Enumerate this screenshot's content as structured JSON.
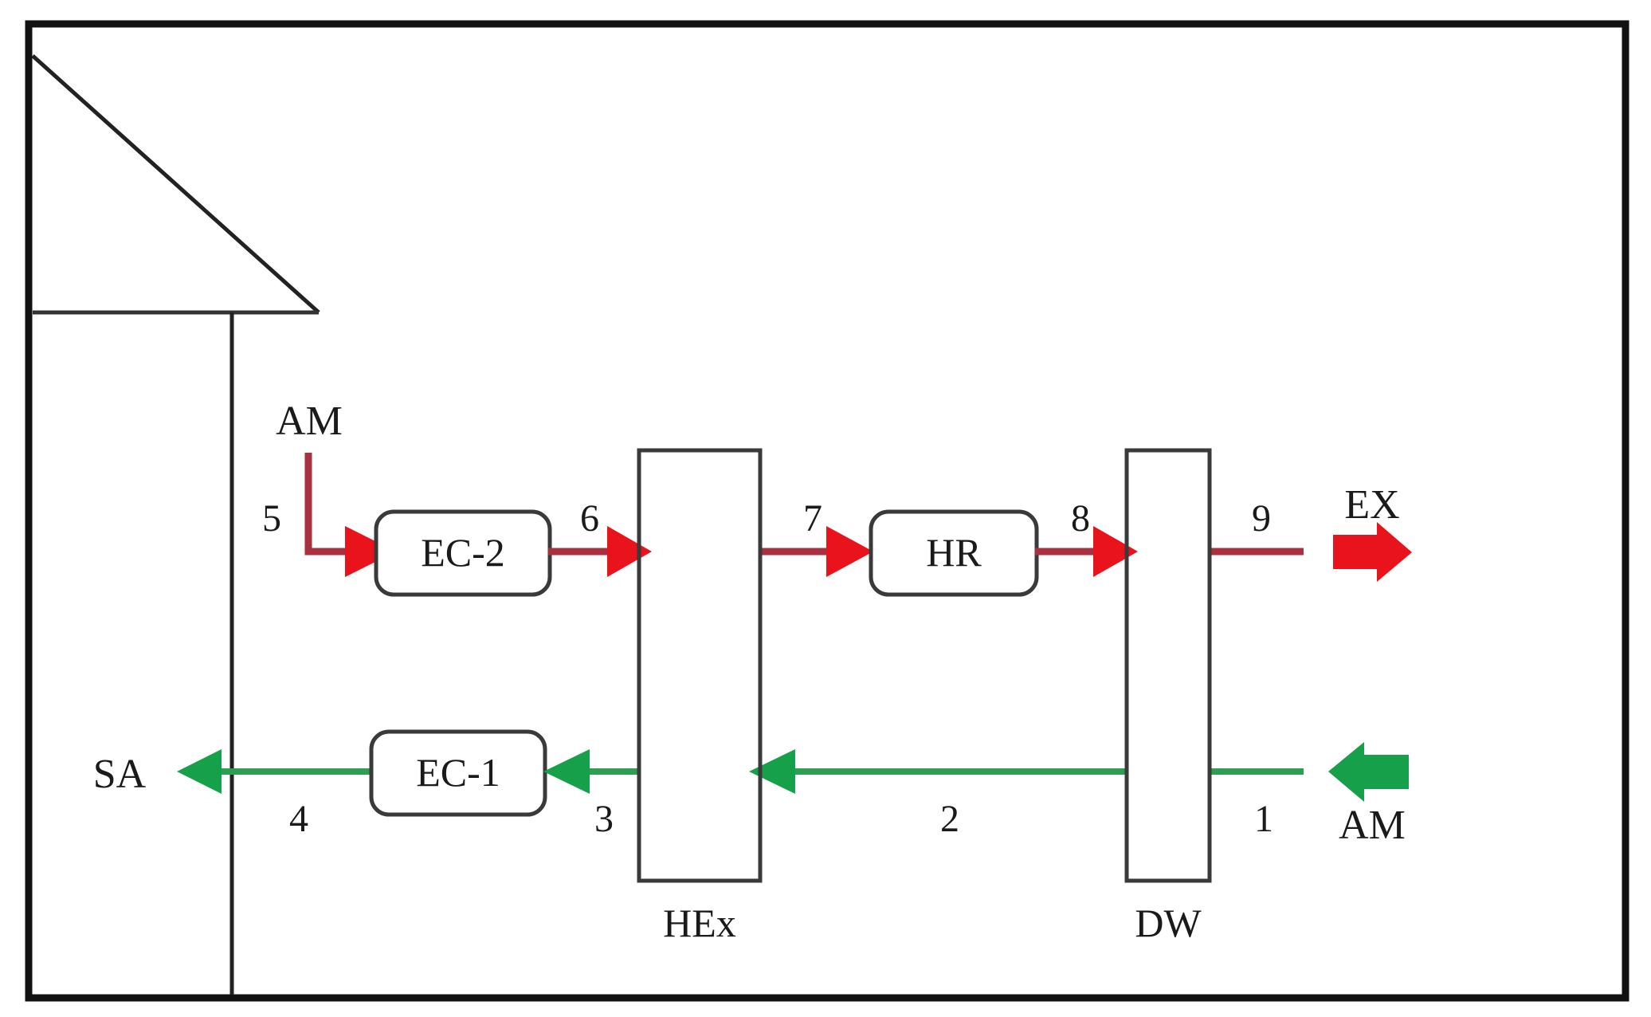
{
  "diagram": {
    "title_terminals": {
      "supply_air": "SA",
      "ambient_top": "AM",
      "ambient_bottom": "AM",
      "exhaust": "EX"
    },
    "components": [
      {
        "id": "ec2",
        "label": "EC-2",
        "shape": "rounded-rect"
      },
      {
        "id": "ec1",
        "label": "EC-1",
        "shape": "rounded-rect"
      },
      {
        "id": "hr",
        "label": "HR",
        "shape": "rounded-rect"
      },
      {
        "id": "hex",
        "label": "HEx",
        "shape": "column"
      },
      {
        "id": "dw",
        "label": "DW",
        "shape": "column"
      }
    ],
    "state_points": [
      {
        "n": "1",
        "stream": "process-air",
        "color": "green"
      },
      {
        "n": "2",
        "stream": "process-air",
        "color": "green"
      },
      {
        "n": "3",
        "stream": "process-air",
        "color": "green"
      },
      {
        "n": "4",
        "stream": "process-air",
        "color": "green"
      },
      {
        "n": "5",
        "stream": "regeneration-air",
        "color": "red"
      },
      {
        "n": "6",
        "stream": "regeneration-air",
        "color": "red"
      },
      {
        "n": "7",
        "stream": "regeneration-air",
        "color": "red"
      },
      {
        "n": "8",
        "stream": "regeneration-air",
        "color": "red"
      },
      {
        "n": "9",
        "stream": "regeneration-air",
        "color": "red"
      }
    ],
    "colors": {
      "regeneration_line": "#a8303f",
      "regeneration_arrow": "#e8131b",
      "process_line": "#2e9e52",
      "process_arrow": "#17a04a",
      "outline": "#111111",
      "component_outline": "#3a3a3a",
      "background": "#ffffff"
    },
    "enclosure": {
      "name": "building-envelope",
      "has_roof_gable": true,
      "has_interior_wall": true
    }
  }
}
